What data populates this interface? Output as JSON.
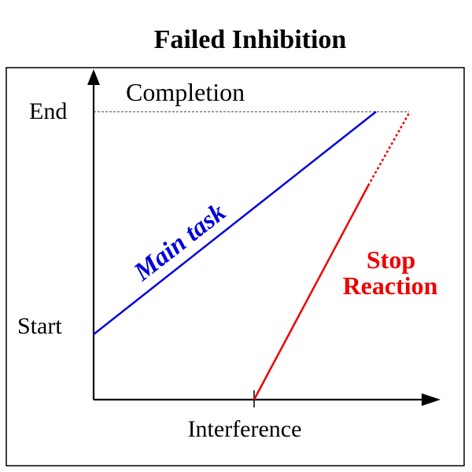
{
  "title": "Failed Inhibition",
  "labels": {
    "completion": "Completion",
    "end": "End",
    "start": "Start",
    "interference": "Interference",
    "main_task": "Main task",
    "stop_line1": "Stop",
    "stop_line2": "Reaction"
  },
  "colors": {
    "main_task": "#0000dd",
    "stop_reaction": "#ee0000",
    "axes": "#000000",
    "frame": "#000000"
  }
}
